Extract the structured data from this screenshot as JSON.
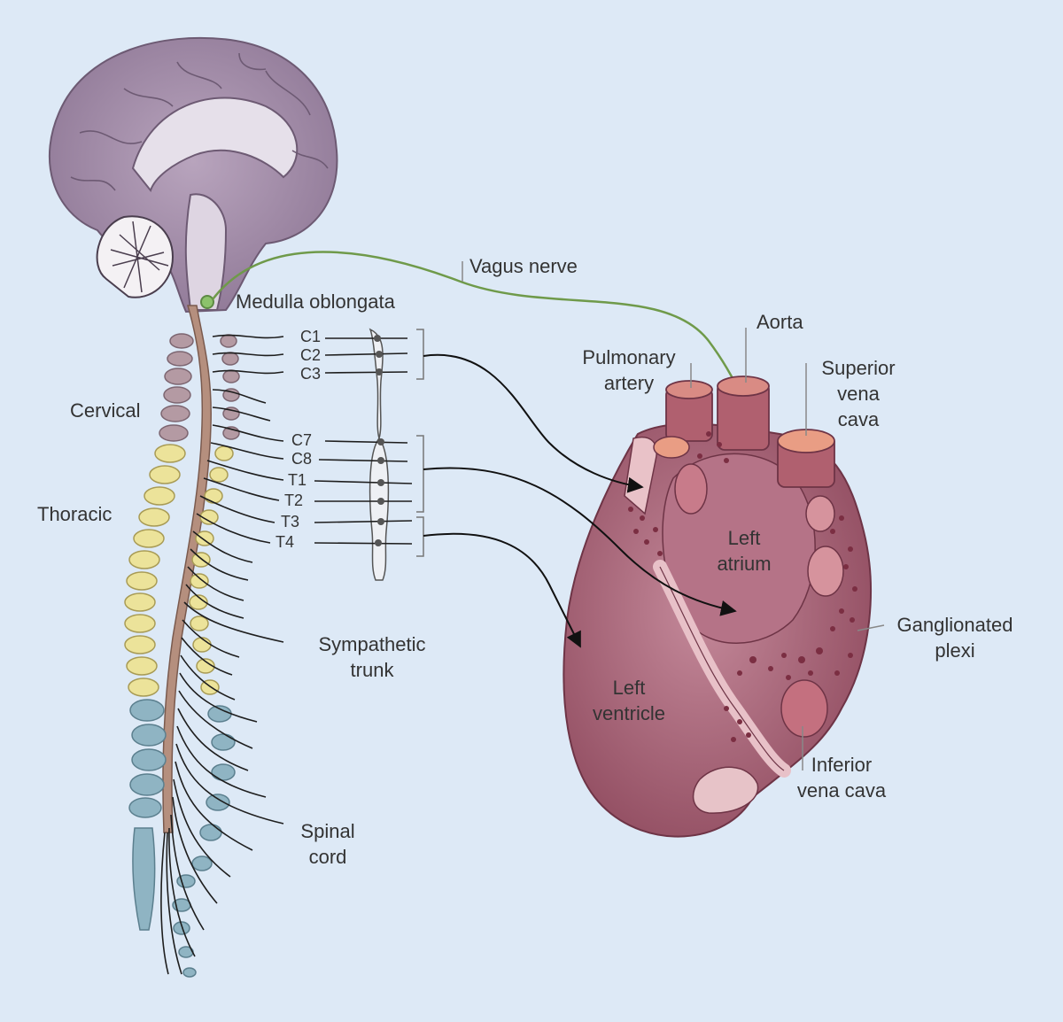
{
  "labels": {
    "vagus_nerve": "Vagus nerve",
    "medulla_oblongata": "Medulla oblongata",
    "cervical": "Cervical",
    "thoracic": "Thoracic",
    "sympathetic_trunk_1": "Sympathetic",
    "sympathetic_trunk_2": "trunk",
    "spinal_cord_1": "Spinal",
    "spinal_cord_2": "cord",
    "aorta": "Aorta",
    "pulmonary_artery_1": "Pulmonary",
    "pulmonary_artery_2": "artery",
    "superior_vena_cava_1": "Superior",
    "superior_vena_cava_2": "vena",
    "superior_vena_cava_3": "cava",
    "left_atrium_1": "Left",
    "left_atrium_2": "atrium",
    "left_ventricle_1": "Left",
    "left_ventricle_2": "ventricle",
    "ganglionated_plexi_1": "Ganglionated",
    "ganglionated_plexi_2": "plexi",
    "inferior_vena_cava_1": "Inferior",
    "inferior_vena_cava_2": "vena cava"
  },
  "segments": {
    "c1": "C1",
    "c2": "C2",
    "c3": "C3",
    "c7": "C7",
    "c8": "C8",
    "t1": "T1",
    "t2": "T2",
    "t3": "T3",
    "t4": "T4"
  },
  "colors": {
    "background": "#dde9f6",
    "brain": "#a58fa9",
    "vagus_nerve": "#6f9a4a",
    "cervical_vertebrae": "#b49aa3",
    "thoracic_vertebrae": "#ece39a",
    "lumbar_vertebrae": "#8fb4c3",
    "heart": "#a45d71",
    "nerve_lines": "#1e1e1e"
  }
}
